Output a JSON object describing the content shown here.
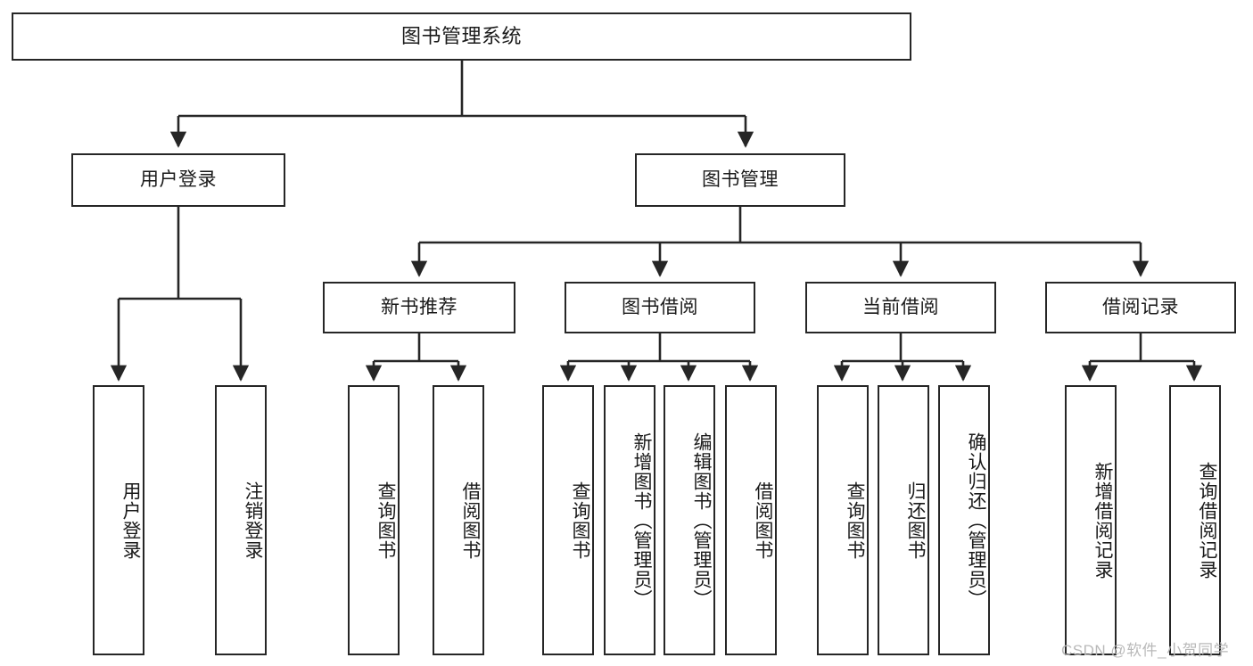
{
  "diagram": {
    "title": "图书管理系统",
    "type": "tree-hierarchy-chart",
    "background": "#ffffff",
    "line_color": "#262626",
    "text_color": "#1a1a1a"
  },
  "nodes": {
    "root": {
      "label": "图书管理系统"
    },
    "level2": [
      {
        "id": "user-login",
        "label": "用户登录"
      },
      {
        "id": "book-management",
        "label": "图书管理"
      }
    ],
    "level3": [
      {
        "id": "new-book-recommend",
        "label": "新书推荐"
      },
      {
        "id": "book-borrow",
        "label": "图书借阅"
      },
      {
        "id": "current-borrow",
        "label": "当前借阅"
      },
      {
        "id": "borrow-record",
        "label": "借阅记录"
      }
    ],
    "leaves": {
      "user_login": [
        {
          "id": "leaf-user-login",
          "label": "用户登录"
        },
        {
          "id": "leaf-logout-login",
          "label": "注销登录"
        }
      ],
      "new_book_recommend": [
        {
          "id": "leaf-query-book-1",
          "label": "查询图书"
        },
        {
          "id": "leaf-borrow-book-1",
          "label": "借阅图书"
        }
      ],
      "book_borrow": [
        {
          "id": "leaf-query-book-2",
          "label": "查询图书"
        },
        {
          "id": "leaf-add-book",
          "label": "新增图书（管理员）"
        },
        {
          "id": "leaf-edit-book",
          "label": "编辑图书（管理员）"
        },
        {
          "id": "leaf-borrow-book-2",
          "label": "借阅图书"
        }
      ],
      "current_borrow": [
        {
          "id": "leaf-query-book-3",
          "label": "查询图书"
        },
        {
          "id": "leaf-return-book",
          "label": "归还图书"
        },
        {
          "id": "leaf-confirm-return",
          "label": "确认归还（管理员）"
        }
      ],
      "borrow_record": [
        {
          "id": "leaf-add-record",
          "label": "新增借阅记录"
        },
        {
          "id": "leaf-query-record",
          "label": "查询借阅记录"
        }
      ]
    }
  },
  "watermark": {
    "text": "CSDN @软件_小贺同学"
  }
}
